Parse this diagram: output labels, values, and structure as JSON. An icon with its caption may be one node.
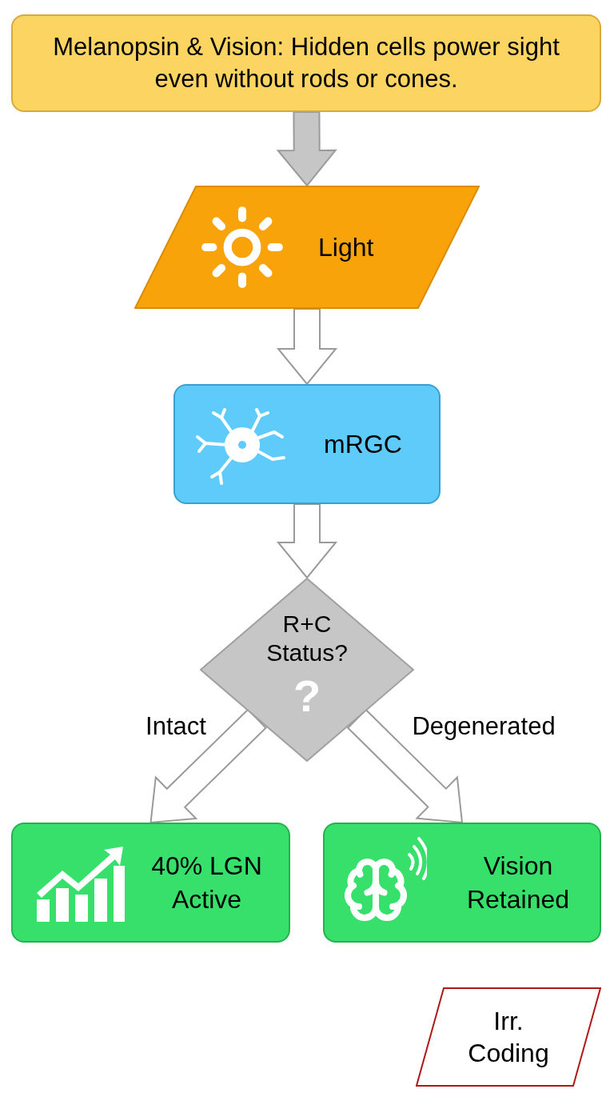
{
  "diagram": {
    "nodes": [
      {
        "text": [
          "Melanopsin & Vision: Hidden cells power sight even without rods or cones."
        ]
      },
      {
        "text": [
          "Light"
        ]
      },
      {
        "text": [
          "mRGC"
        ]
      },
      {
        "text": [
          "R+C Status?",
          "?"
        ]
      },
      {
        "text": [
          "40% LGN Active"
        ]
      },
      {
        "text": [
          "Vision Retained"
        ]
      },
      {
        "text": [
          "Irr. Coding"
        ]
      }
    ],
    "edges": [
      {
        "from": 0,
        "to": 1,
        "arrow": "to",
        "color": "#c6c6c6"
      },
      {
        "from": 1,
        "to": 2,
        "arrow": "to"
      },
      {
        "from": 2,
        "to": 3,
        "arrow": "to"
      },
      {
        "from": 3,
        "to": 4,
        "arrow": "to",
        "label": "Intact"
      },
      {
        "from": 3,
        "to": 5,
        "arrow": "to",
        "label": "Degenerated"
      }
    ]
  }
}
